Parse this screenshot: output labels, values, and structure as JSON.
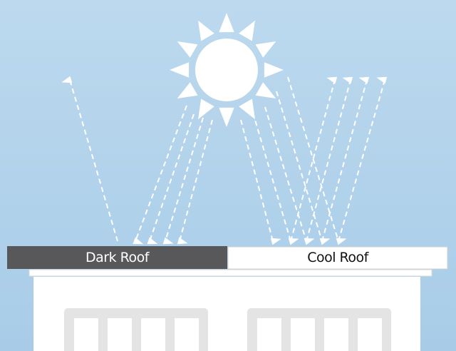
{
  "labels": {
    "dark_roof": "Dark Roof",
    "cool_roof": "Cool Roof"
  },
  "colors": {
    "sky": "#b3d3eb",
    "dark_roof": "#58585a",
    "cool_roof": "#ffffff",
    "window_frame": "#e4e4e4",
    "building": "#ffffff"
  },
  "icons": {
    "sun": "sun-icon",
    "arrows": "dashed-arrow"
  }
}
